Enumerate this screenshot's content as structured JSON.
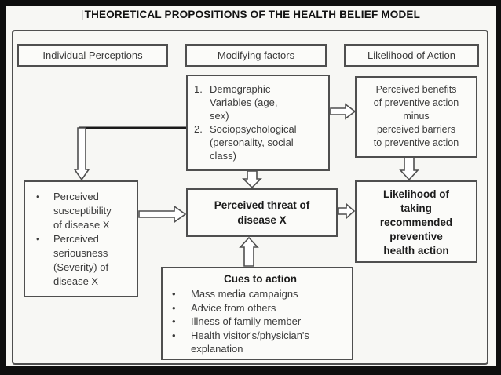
{
  "title": "THEORETICAL PROPOSITIONS OF THE HEALTH BELIEF MODEL",
  "glyphs": {
    "cursor": "|",
    "bullet": "•"
  },
  "column_headers": {
    "individual_perceptions": "Individual Perceptions",
    "modifying_factors": "Modifying factors",
    "likelihood_of_action": "Likelihood of Action"
  },
  "boxes": {
    "modifying_variables": {
      "items": [
        {
          "num": "1.",
          "text": "Demographic\nVariables (age,\nsex)"
        },
        {
          "num": "2.",
          "text": "Sociopsychological\n(personality, social\nclass)"
        }
      ]
    },
    "benefits_minus_barriers": {
      "text": "Perceived benefits\nof preventive action\nminus\nperceived barriers\nto preventive action"
    },
    "individual_perceptions": {
      "items": [
        {
          "text": "Perceived\nsusceptibility\nof disease X"
        },
        {
          "text": "Perceived\nseriousness\n(Severity) of\ndisease X"
        }
      ]
    },
    "perceived_threat": {
      "text": "Perceived threat of\ndisease X"
    },
    "likelihood_action": {
      "text": "Likelihood of\ntaking\nrecommended\npreventive\nhealth action"
    },
    "cues_to_action": {
      "heading": "Cues to action",
      "items": [
        {
          "text": "Mass media campaigns"
        },
        {
          "text": "Advice from others"
        },
        {
          "text": "Illness of family member"
        },
        {
          "text": "Health visitor's/physician's\nexplanation"
        }
      ]
    }
  },
  "colors": {
    "outer_border": "#0e0e0e",
    "box_border": "#4f4f4f",
    "text": "#3b3b3b",
    "bold_text": "#1c1c1c",
    "background": "#f7f7f4",
    "arrow_fill": "#ffffff"
  }
}
